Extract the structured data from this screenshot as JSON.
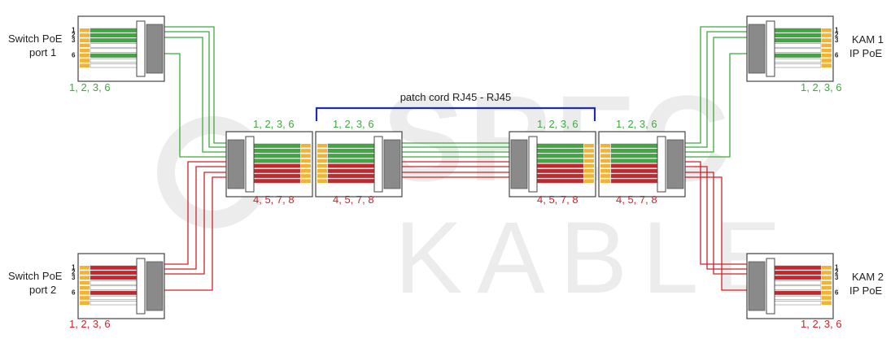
{
  "colors": {
    "green": "#3ea93e",
    "red": "#cc2229",
    "pin_gold": "#f2b332",
    "plug_gray": "#8a8a8a",
    "patch_bracket": "#1f2fa8",
    "watermark": "#ececec"
  },
  "watermark": {
    "top": "SPEC",
    "bottom": "KABLE"
  },
  "patch_cord_label": "patch cord RJ45 - RJ45",
  "pin_numbers": [
    "1",
    "2",
    "3",
    "6"
  ],
  "devices": {
    "switch_port1": {
      "line1": "Switch PoE",
      "line2": "port 1",
      "pins": "1, 2, 3, 6"
    },
    "switch_port2": {
      "line1": "Switch PoE",
      "line2": "port 2",
      "pins": "1, 2, 3, 6"
    },
    "kam1": {
      "line1": "KAM 1",
      "line2": "IP PoE",
      "pins": "1, 2, 3, 6"
    },
    "kam2": {
      "line1": "KAM 2",
      "line2": "IP PoE",
      "pins": "1, 2, 3, 6"
    }
  },
  "splitters": {
    "left_splitter": {
      "top": "1, 2, 3, 6",
      "bottom": "4, 5, 7, 8"
    },
    "patch_left": {
      "top": "1, 2, 3, 6",
      "bottom": "4, 5, 7, 8"
    },
    "patch_right": {
      "top": "1, 2, 3, 6",
      "bottom": "4, 5, 7, 8"
    },
    "right_splitter": {
      "top": "1, 2, 3, 6",
      "bottom": "4, 5, 7, 8"
    }
  }
}
